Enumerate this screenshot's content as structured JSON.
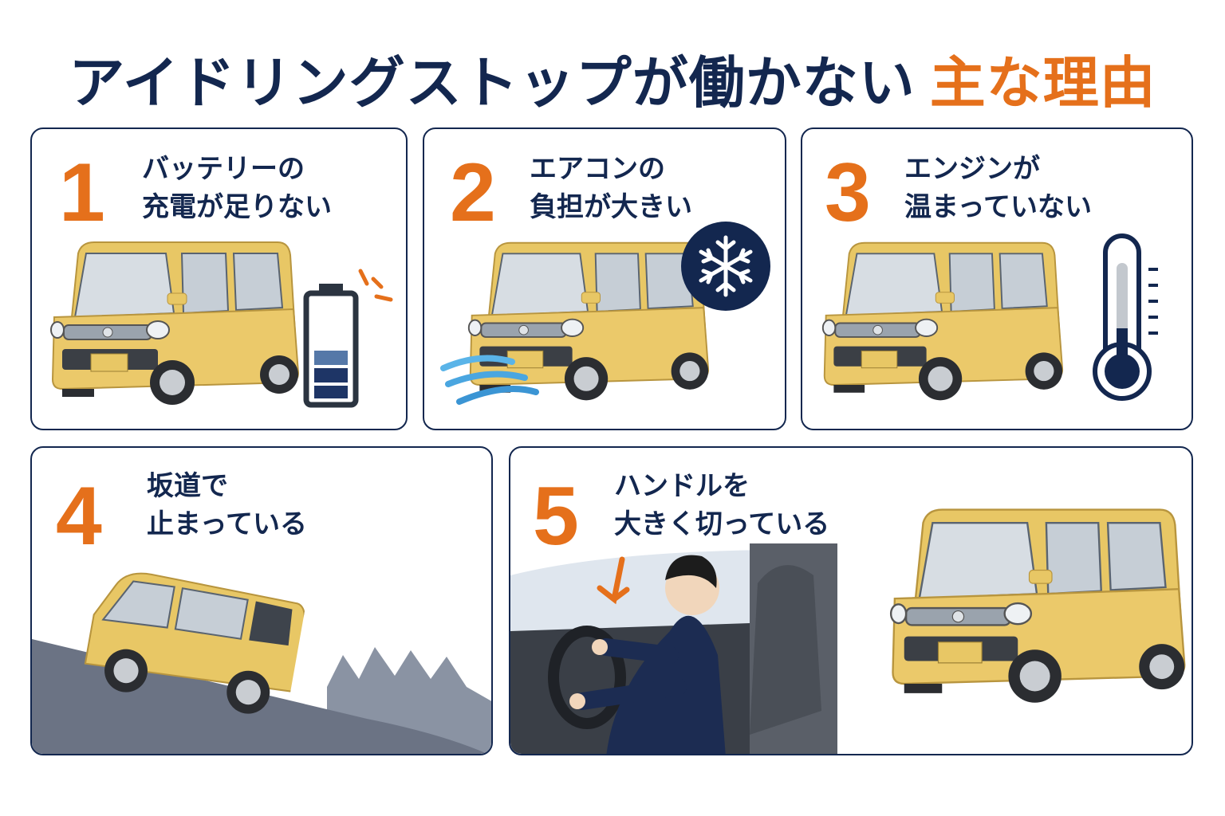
{
  "title": {
    "main": "アイドリングストップが働かない",
    "accent": "主な理由"
  },
  "colors": {
    "navy": "#13274f",
    "orange": "#e5701b",
    "car_body": "#e8c765",
    "frame": "#13274f"
  },
  "reasons": [
    {
      "number": "1",
      "line1": "バッテリーの",
      "line2": "充電が足りない",
      "icon": "battery-low-icon"
    },
    {
      "number": "2",
      "line1": "エアコンの",
      "line2": "負担が大きい",
      "icon": "snowflake-icon"
    },
    {
      "number": "3",
      "line1": "エンジンが",
      "line2": "温まっていない",
      "icon": "thermometer-icon"
    },
    {
      "number": "4",
      "line1": "坂道で",
      "line2": "止まっている",
      "icon": "slope-icon"
    },
    {
      "number": "5",
      "line1": "ハンドルを",
      "line2": "大きく切っている",
      "icon": "steering-wheel-icon"
    }
  ]
}
